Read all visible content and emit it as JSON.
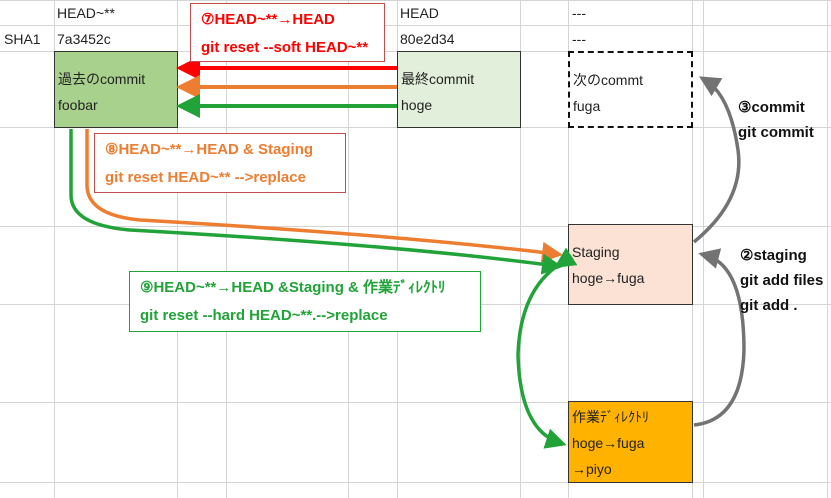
{
  "header_row": {
    "col1": "HEAD~**",
    "col2": "HEAD",
    "col3": "---"
  },
  "sha_row": {
    "label": "SHA1",
    "col1": "7a3452c",
    "col2": "80e2d34",
    "col3": "---"
  },
  "boxes": {
    "past_commit": {
      "line1": "過去のcommit",
      "line2": "foobar",
      "color": "#A9D18E"
    },
    "last_commit": {
      "line1": "最終commit",
      "line2": "hoge",
      "color": "#E2EFDA"
    },
    "next_commit": {
      "line1": "次のcommt",
      "line2": "fuga"
    },
    "staging": {
      "line1": "Staging",
      "line2": "hoge→fuga",
      "color": "#FBE2D5"
    },
    "working_dir": {
      "line1": "作業ﾃﾞｨﾚｸﾄﾘ",
      "line2": "hoge→fuga",
      "line3": "→piyo",
      "color": "#FFB300"
    }
  },
  "notes": {
    "soft": {
      "line1": "⑦HEAD~**→HEAD",
      "line2": "git reset --soft HEAD~**",
      "color": "#FF0000"
    },
    "mixed": {
      "line1": "⑧HEAD~**→HEAD & Staging",
      "line2": "git reset HEAD~** -->replace",
      "color": "#ED7D31"
    },
    "hard": {
      "line1": "⑨HEAD~**→HEAD &Staging & 作業ﾃﾞｨﾚｸﾄﾘ",
      "line2": "git reset --hard HEAD~**.-->replace",
      "color": "#22A33A"
    }
  },
  "labels": {
    "commit": {
      "line1": "③commit",
      "line2": "git commit"
    },
    "staging": {
      "line1": "②staging",
      "line2": "git add files",
      "line3": "git add ."
    }
  },
  "arrow_colors": {
    "gray": "#737373"
  }
}
